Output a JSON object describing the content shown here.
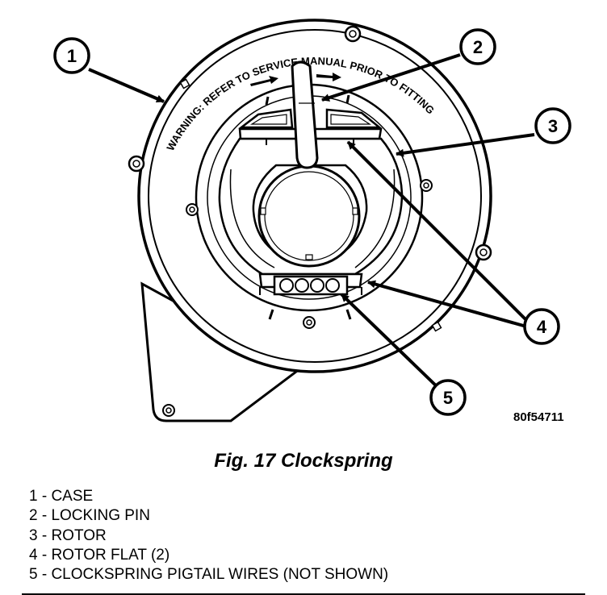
{
  "warning_text": "WARNING: REFER TO SERVICE MANUAL PRIOR TO FITTING",
  "callouts": [
    {
      "num": "1",
      "name": "case"
    },
    {
      "num": "2",
      "name": "locking-pin"
    },
    {
      "num": "3",
      "name": "rotor"
    },
    {
      "num": "4",
      "name": "rotor-flat"
    },
    {
      "num": "5",
      "name": "pigtail-wires"
    }
  ],
  "figure_code": "80f54711",
  "figure_title": "Fig. 17 Clockspring",
  "legend": [
    "1 - CASE",
    "2 - LOCKING PIN",
    "3 - ROTOR",
    "4 - ROTOR FLAT (2)",
    "5 - CLOCKSPRING PIGTAIL WIRES (NOT SHOWN)"
  ]
}
